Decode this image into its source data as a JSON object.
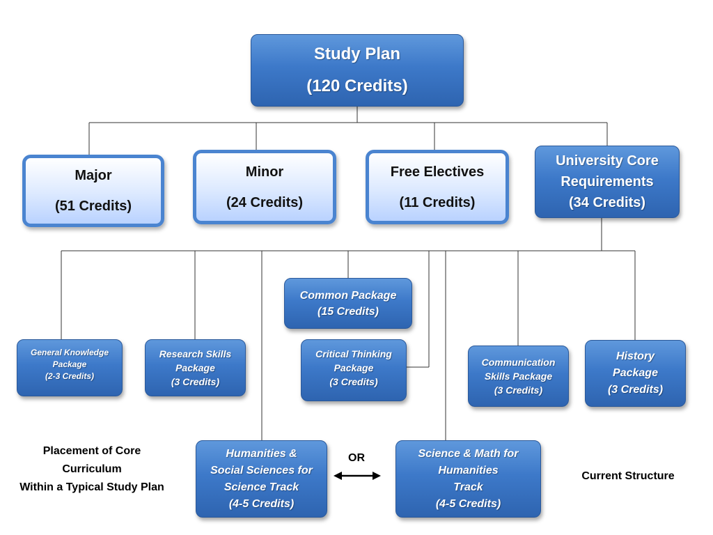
{
  "root": {
    "title": "Study Plan",
    "credits": "(120 Credits)"
  },
  "level1": {
    "major": {
      "title": "Major",
      "credits": "(51 Credits)"
    },
    "minor": {
      "title": "Minor",
      "credits": "(24 Credits)"
    },
    "free_electives": {
      "title": "Free Electives",
      "credits": "(11 Credits)"
    },
    "core": {
      "line1": "University Core",
      "line2": "Requirements",
      "credits": "(34 Credits)"
    }
  },
  "packages": {
    "common": {
      "title": "Common Package",
      "credits": "(15 Credits)"
    },
    "general_knowledge": {
      "line1": "General Knowledge",
      "line2": "Package",
      "credits": "(2-3 Credits)"
    },
    "research_skills": {
      "line1": "Research Skills",
      "line2": "Package",
      "credits": "(3 Credits)"
    },
    "critical_thinking": {
      "line1": "Critical Thinking",
      "line2": "Package",
      "credits": "(3 Credits)"
    },
    "communication": {
      "line1": "Communication",
      "line2": "Skills Package",
      "credits": "(3 Credits)"
    },
    "history": {
      "line1": "History",
      "line2": "Package",
      "credits": "(3 Credits)"
    },
    "humanities_track": {
      "line1": "Humanities &",
      "line2": "Social Sciences for",
      "line3": "Science Track",
      "credits": "(4-5 Credits)"
    },
    "science_track": {
      "line1": "Science & Math for",
      "line2": "Humanities",
      "line3": "Track",
      "credits": "(4-5 Credits)"
    }
  },
  "or_label": "OR",
  "caption_left": {
    "line1": "Placement of Core",
    "line2": "Curriculum",
    "line3": "Within a Typical Study Plan"
  },
  "caption_right": "Current Structure"
}
